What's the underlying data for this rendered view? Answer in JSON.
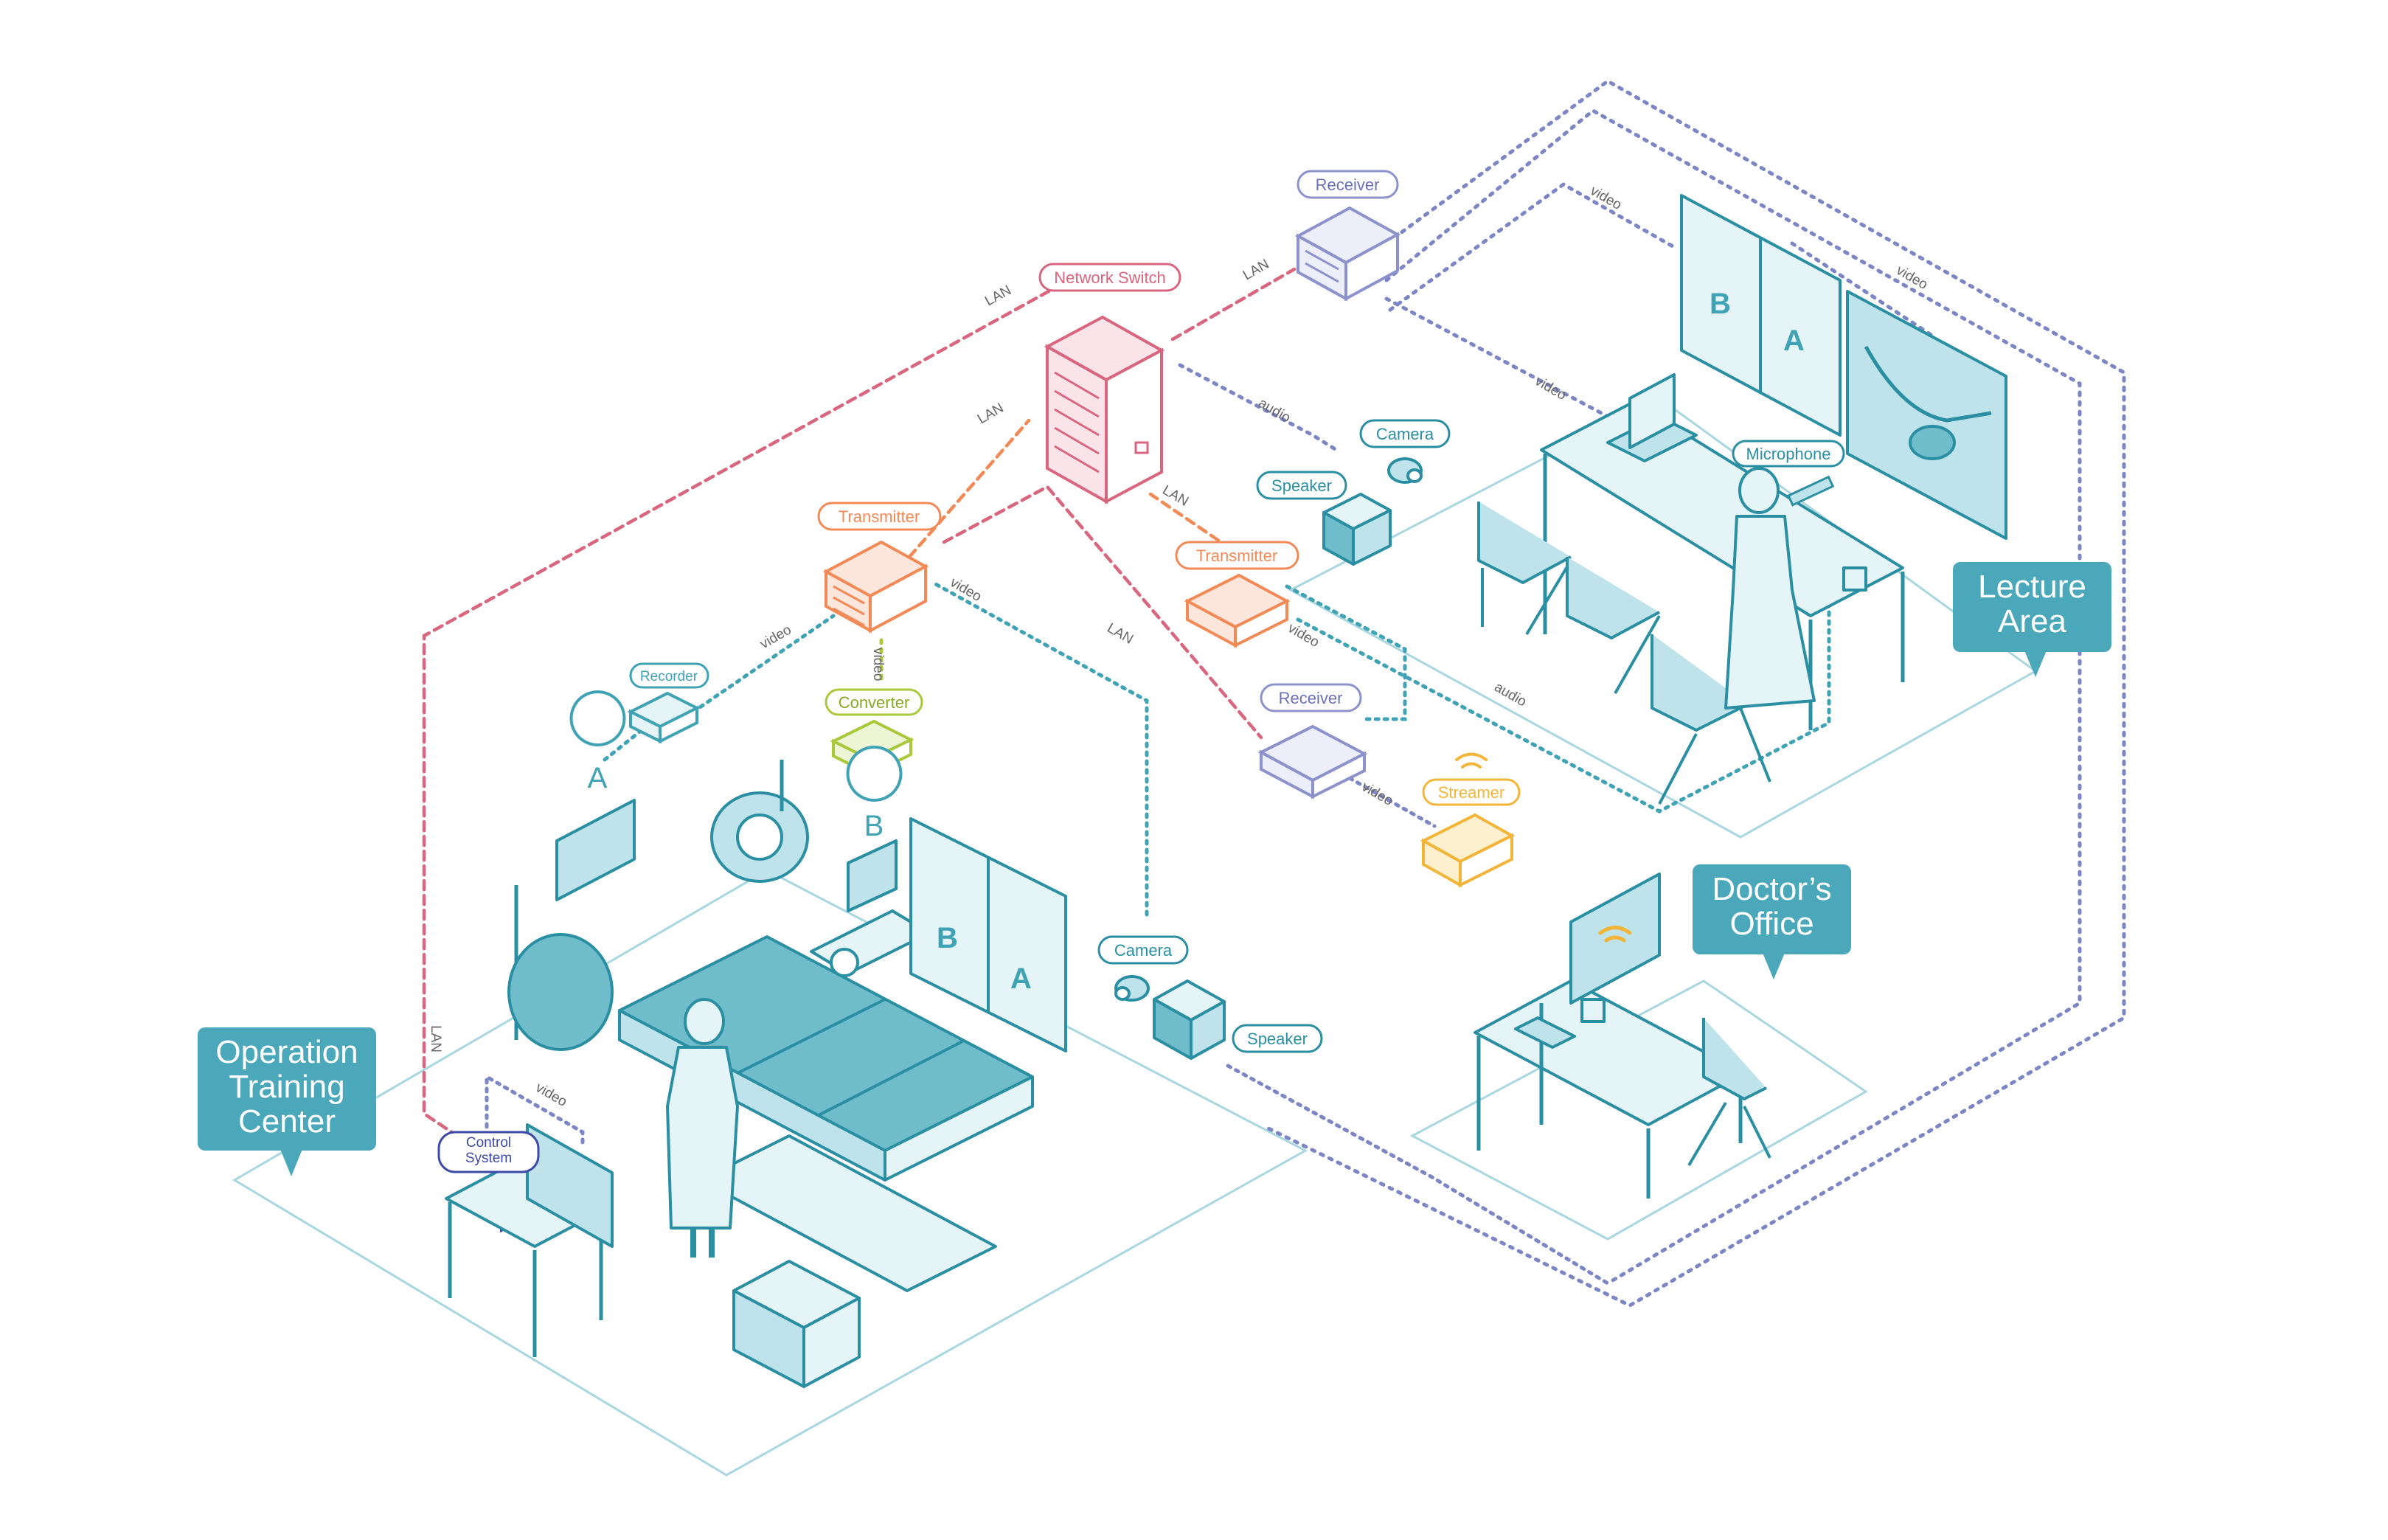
{
  "colors": {
    "teal": "#2b8fa3",
    "teal_light": "#bfe3ea",
    "callout_bg": "#4aa8ba",
    "lan_pink": "#d9667f",
    "orange": "#f28a57",
    "lavender": "#8c93cc",
    "green": "#a9c93a",
    "yellow": "#f2b53a",
    "navy": "#3d4aa8",
    "dotted_blue": "#7c86c4",
    "dotted_teal": "#3fa3b5"
  },
  "areas": {
    "operation": "Operation Training Center",
    "lecture": "Lecture Area",
    "doctor": "Doctor’s Office"
  },
  "devices": {
    "network_switch": "Network Switch",
    "transmitter_main": "Transmitter",
    "transmitter_lecture": "Transmitter",
    "receiver_top": "Receiver",
    "receiver_mid": "Receiver",
    "recorder": "Recorder",
    "converter": "Converter",
    "control_system": "Control System",
    "camera_lecture": "Camera",
    "speaker_lecture": "Speaker",
    "camera_or": "Camera",
    "speaker_or": "Speaker",
    "microphone": "Microphone",
    "streamer": "Streamer"
  },
  "badges": {
    "a": "A",
    "b": "B"
  },
  "screens": {
    "lecture_left": "B",
    "lecture_right": "A",
    "or_left": "B",
    "or_right": "A"
  },
  "connections": {
    "lan_1": "LAN",
    "lan_2": "LAN",
    "lan_3": "LAN",
    "lan_4": "LAN",
    "lan_5": "LAN",
    "lan_6": "LAN",
    "video_recorder": "video",
    "video_converter": "video",
    "video_or_camera": "video",
    "video_control": "video",
    "video_receiver_mid": "video",
    "video_transmitter_lecture": "video",
    "video_receiver_top_1": "video",
    "video_receiver_top_2": "video",
    "video_receiver_top_3": "video",
    "audio_1": "audio",
    "audio_2": "audio"
  }
}
